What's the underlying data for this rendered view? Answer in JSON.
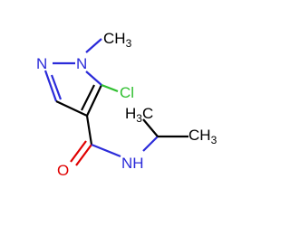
{
  "molecule": {
    "atoms": {
      "ch3_top": {
        "symbol": "CH",
        "subscript": "3",
        "color": "#000000"
      },
      "n1": {
        "symbol": "N",
        "color": "#2b2bd9"
      },
      "n2": {
        "symbol": "N",
        "color": "#2b2bd9"
      },
      "cl": {
        "symbol": "Cl",
        "color": "#2fbf2f"
      },
      "ch3_right": {
        "symbol": "CH",
        "subscript": "3",
        "color": "#000000"
      },
      "ch3_mid": {
        "symbol": "H",
        "subscript": "3",
        "suffix": "C",
        "color": "#000000"
      },
      "nh": {
        "symbol": "NH",
        "color": "#2b2bd9"
      },
      "o": {
        "symbol": "O",
        "color": "#e00000"
      }
    }
  }
}
